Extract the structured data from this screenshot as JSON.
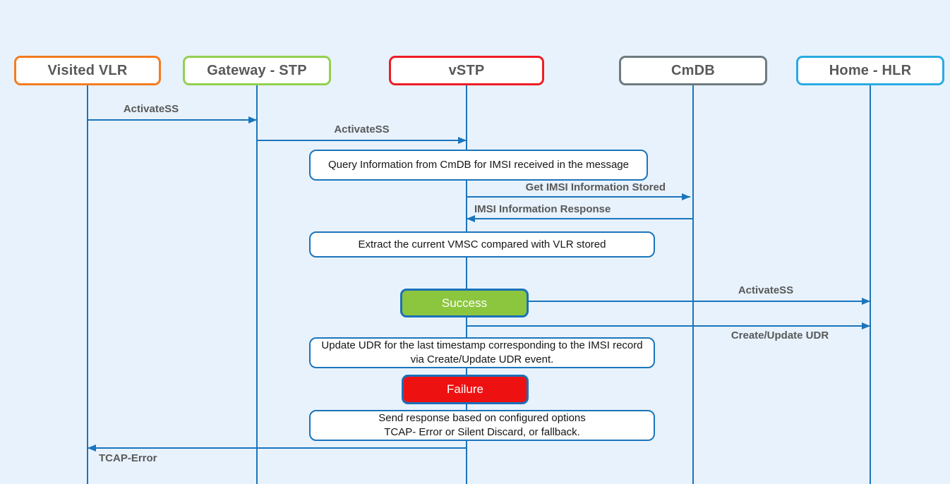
{
  "diagram": {
    "type": "sequence-diagram",
    "background_color": "#E8F2FC",
    "line_color": "#1B75BC",
    "label_text_color": "#595959",
    "actor_text_color": "#58595B"
  },
  "actors": [
    {
      "label": "Visited VLR",
      "border_color": "#F47C20"
    },
    {
      "label": "Gateway - STP",
      "border_color": "#92D050"
    },
    {
      "label": "vSTP",
      "border_color": "#ED1C24"
    },
    {
      "label": "CmDB",
      "border_color": "#6E7B80"
    },
    {
      "label": "Home - HLR",
      "border_color": "#29ABE2"
    }
  ],
  "messages": [
    {
      "label": "ActivateSS",
      "from": "Visited VLR",
      "to": "Gateway - STP"
    },
    {
      "label": "ActivateSS",
      "from": "Gateway - STP",
      "to": "vSTP"
    },
    {
      "label": "Get IMSI Information Stored",
      "from": "vSTP",
      "to": "CmDB"
    },
    {
      "label": "IMSI Information Response",
      "from": "CmDB",
      "to": "vSTP"
    },
    {
      "label": "ActivateSS",
      "from": "vSTP",
      "to": "Home - HLR"
    },
    {
      "label": "Create/Update UDR",
      "from": "vSTP",
      "to": "Home - HLR"
    },
    {
      "label": "TCAP-Error",
      "from": "vSTP",
      "to": "Visited VLR"
    }
  ],
  "notes": [
    {
      "text": "Query Information from CmDB for IMSI received in the message"
    },
    {
      "text": "Extract the current VMSC compared with VLR stored"
    },
    {
      "text": "Update UDR for the last timestamp corresponding to the IMSI record via Create/Update UDR event."
    },
    {
      "line1": "Send response based on configured options",
      "line2": "TCAP- Error or Silent Discard, or fallback."
    }
  ],
  "badges": [
    {
      "label": "Success",
      "fill_color": "#8CC63E",
      "text_color": "#FFFFFF"
    },
    {
      "label": "Failure",
      "fill_color": "#EE1111",
      "text_color": "#FFFFFF"
    }
  ]
}
